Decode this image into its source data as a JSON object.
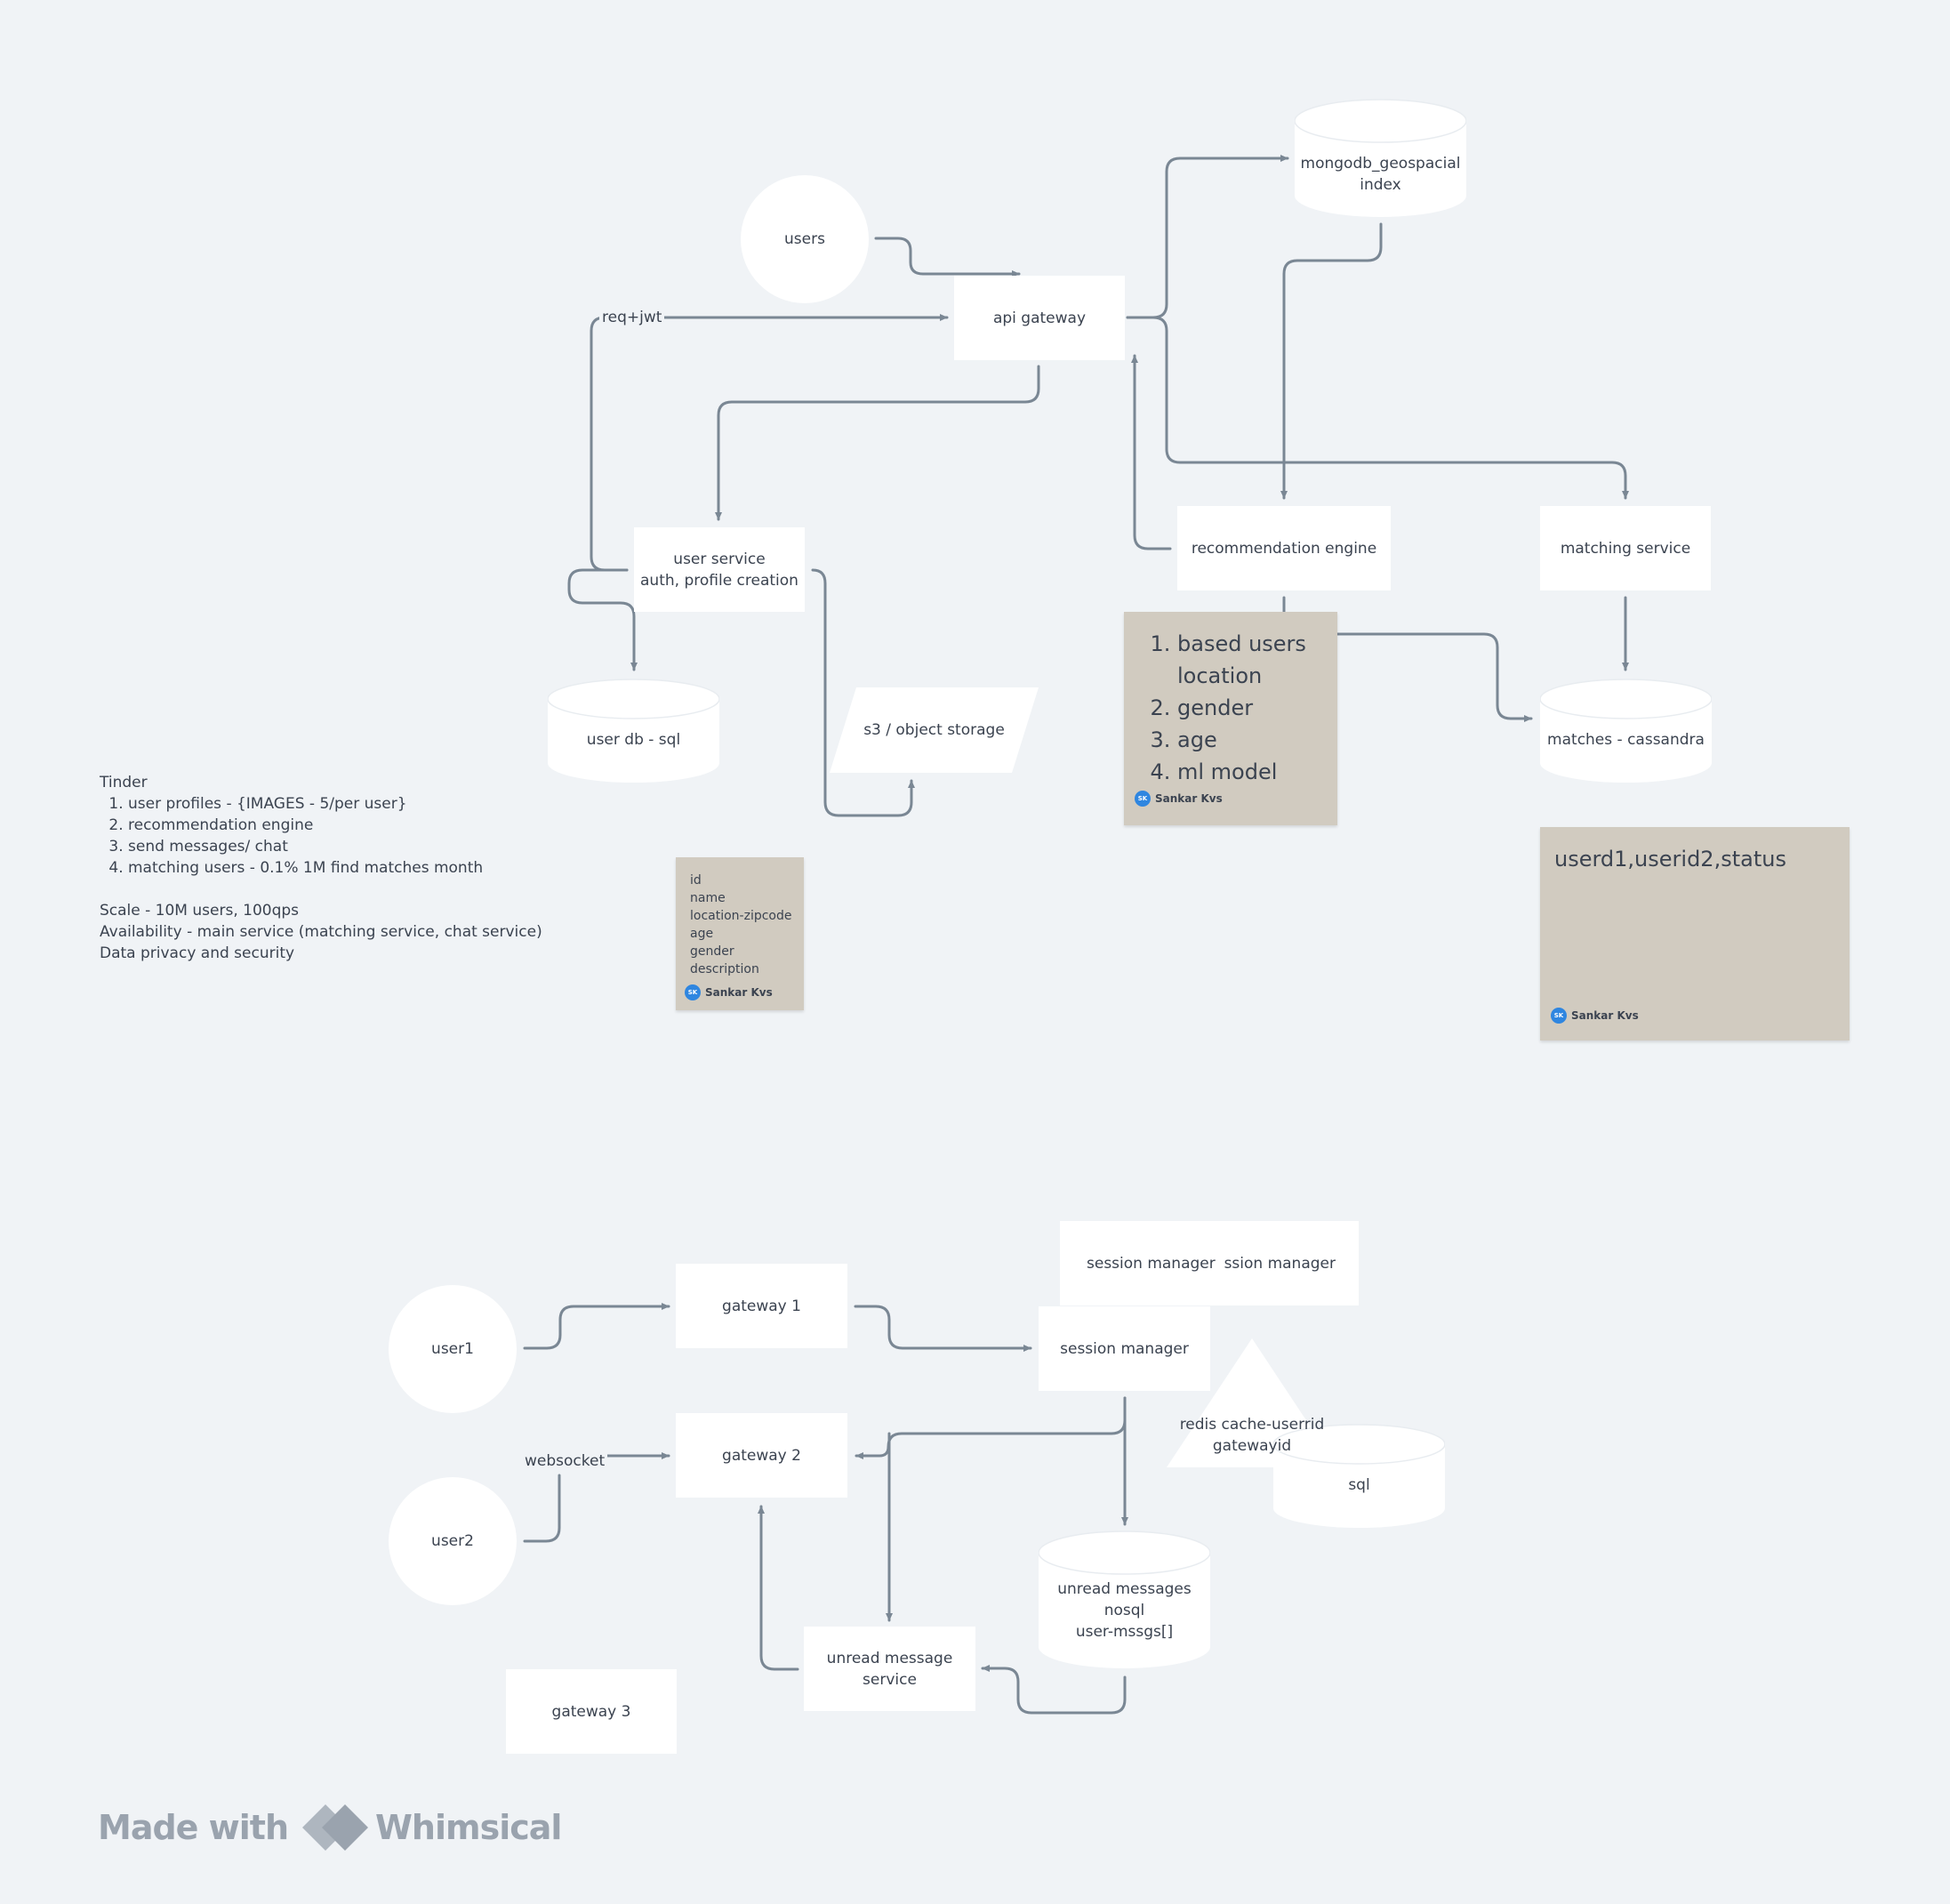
{
  "nodes": {
    "users": "users",
    "api_gateway": "api gateway",
    "mongodb": "mongodb_geospacial\nindex",
    "user_service": "user service\nauth, profile creation",
    "recommendation_engine": "recommendation engine",
    "matching_service": "matching service",
    "user_db": "user db - sql",
    "s3": "s3 / object storage",
    "matches_db": "matches - cassandra",
    "user1": "user1",
    "user2": "user2",
    "gateway1": "gateway 1",
    "gateway2": "gateway 2",
    "gateway3": "gateway 3",
    "session_manager_a": "session manager",
    "session_manager_b": "ssion manager",
    "session_manager_main": "session manager",
    "redis": "redis cache-userrid\ngatewayid",
    "sql": "sql",
    "unread_db": "unread messages\nnosql\nuser-mssgs[]",
    "unread_service": "unread message\nservice"
  },
  "edge_labels": {
    "req_jwt": "req+jwt",
    "websocket": "websocket"
  },
  "notes": {
    "title": "Tinder",
    "items": [
      "user profiles - {IMAGES - 5/per user}",
      "recommendation engine",
      "send messages/ chat",
      "matching users - 0.1% 1M find matches month"
    ],
    "lines": [
      "Scale - 10M users, 100qps",
      "Availability - main service (matching service, chat service)",
      "Data privacy and security"
    ]
  },
  "stickies": {
    "user_schema": {
      "fields": [
        "id",
        "name",
        "location-zipcode",
        "age",
        "gender",
        "description"
      ],
      "author": "Sankar Kvs",
      "initials": "SK"
    },
    "recommendation": {
      "items": [
        "based users location",
        "gender",
        "age",
        "ml model"
      ],
      "author": "Sankar Kvs",
      "initials": "SK"
    },
    "matches": {
      "text": "userd1,userid2,status",
      "author": "Sankar Kvs",
      "initials": "SK"
    }
  },
  "brand": {
    "made_with": "Made with",
    "name": "Whimsical"
  },
  "colors": {
    "background": "#f0f3f6",
    "node": "#ffffff",
    "edge": "#7a8794",
    "sticky": "#d1cbc0",
    "avatar": "#2f86e0",
    "logo": "#9aa3ae"
  }
}
